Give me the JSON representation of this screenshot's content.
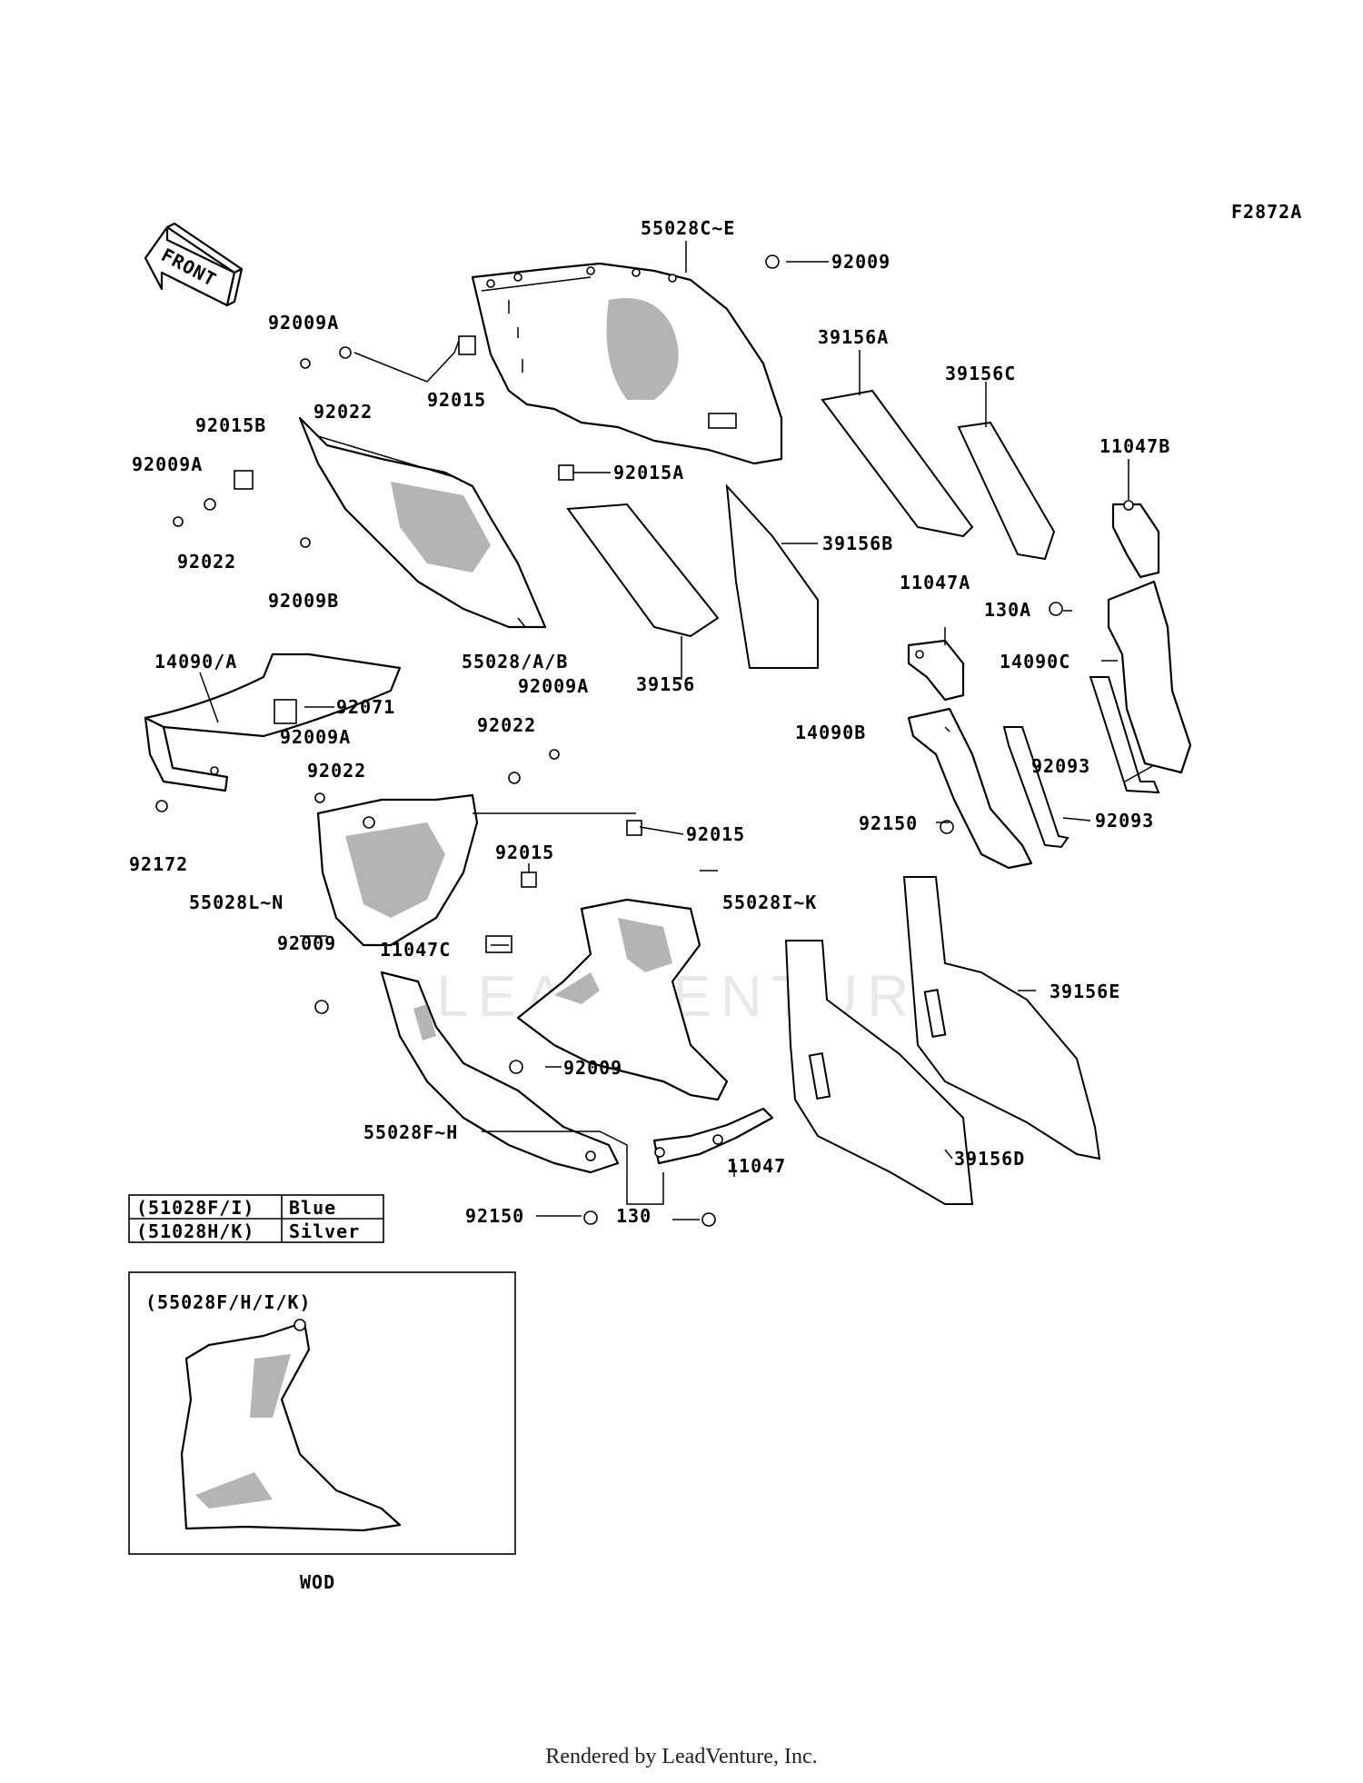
{
  "diagram": {
    "code": "F2872A",
    "front_label": "FRONT",
    "watermark": "LEADVENTURE",
    "wod_caption": "WOD",
    "inset_title": "(55028F/H/I/K)",
    "footer": "Rendered by LeadVenture, Inc."
  },
  "labels": [
    {
      "id": "l01",
      "text": "55028C~E"
    },
    {
      "id": "l02",
      "text": "92009"
    },
    {
      "id": "l03",
      "text": "92009A"
    },
    {
      "id": "l04",
      "text": "92022"
    },
    {
      "id": "l05",
      "text": "92015"
    },
    {
      "id": "l06",
      "text": "39156A"
    },
    {
      "id": "l07",
      "text": "39156C"
    },
    {
      "id": "l08",
      "text": "11047B"
    },
    {
      "id": "l09",
      "text": "92015B"
    },
    {
      "id": "l10",
      "text": "92009A"
    },
    {
      "id": "l11",
      "text": "92022"
    },
    {
      "id": "l12",
      "text": "92015A"
    },
    {
      "id": "l13",
      "text": "39156B"
    },
    {
      "id": "l14",
      "text": "92009B"
    },
    {
      "id": "l15",
      "text": "11047A"
    },
    {
      "id": "l16",
      "text": "130A"
    },
    {
      "id": "l17",
      "text": "55028/A/B"
    },
    {
      "id": "l18",
      "text": "14090C"
    },
    {
      "id": "l19",
      "text": "14090/A"
    },
    {
      "id": "l20",
      "text": "39156"
    },
    {
      "id": "l21",
      "text": "92009A"
    },
    {
      "id": "l22",
      "text": "92071"
    },
    {
      "id": "l23",
      "text": "92022"
    },
    {
      "id": "l24",
      "text": "14090B"
    },
    {
      "id": "l25",
      "text": "92009A"
    },
    {
      "id": "l26",
      "text": "92022"
    },
    {
      "id": "l27",
      "text": "92093"
    },
    {
      "id": "l28",
      "text": "92150"
    },
    {
      "id": "l29",
      "text": "92093"
    },
    {
      "id": "l30",
      "text": "92015"
    },
    {
      "id": "l31",
      "text": "92172"
    },
    {
      "id": "l32",
      "text": "92015"
    },
    {
      "id": "l33",
      "text": "55028L~N"
    },
    {
      "id": "l34",
      "text": "55028I~K"
    },
    {
      "id": "l35",
      "text": "92009"
    },
    {
      "id": "l36",
      "text": "11047C"
    },
    {
      "id": "l37",
      "text": "39156E"
    },
    {
      "id": "l38",
      "text": "92009"
    },
    {
      "id": "l39",
      "text": "55028F~H"
    },
    {
      "id": "l40",
      "text": "11047"
    },
    {
      "id": "l41",
      "text": "39156D"
    },
    {
      "id": "l42",
      "text": "92150"
    },
    {
      "id": "l43",
      "text": "130"
    }
  ],
  "color_table": [
    {
      "code": "(51028F/I)",
      "color": "Blue"
    },
    {
      "code": "(51028H/K)",
      "color": "Silver"
    }
  ]
}
